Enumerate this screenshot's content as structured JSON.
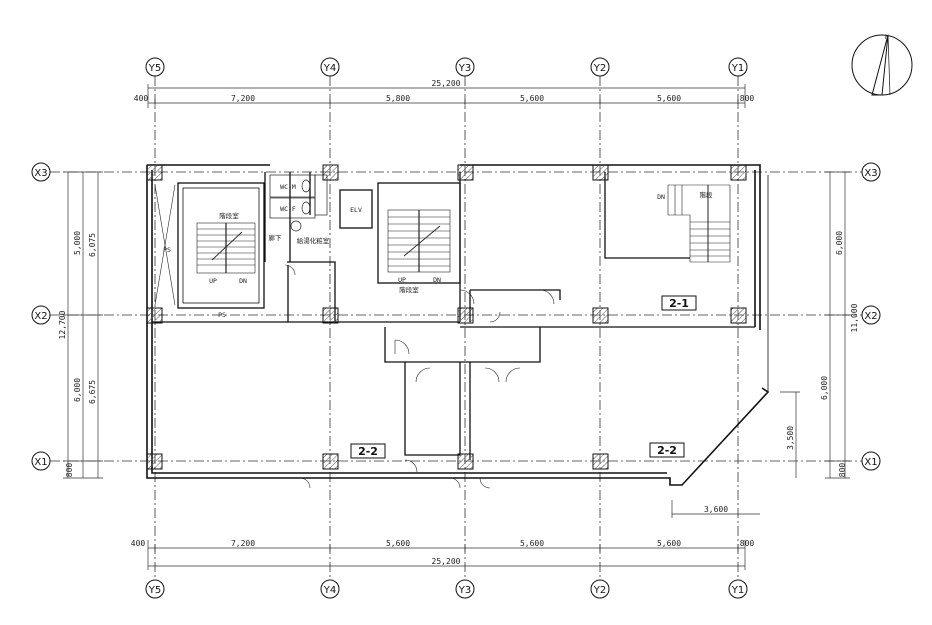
{
  "axes": {
    "y_labels": [
      "Y5",
      "Y4",
      "Y3",
      "Y2",
      "Y1"
    ],
    "x_labels": [
      "X3",
      "X2",
      "X1"
    ]
  },
  "dimensions": {
    "top_total": "25,200",
    "top_spans": [
      "400",
      "7,200",
      "5,800",
      "5,600",
      "5,600",
      "800"
    ],
    "bottom_total": "25,200",
    "bottom_spans": [
      "400",
      "7,200",
      "5,600",
      "5,600",
      "5,600",
      "800"
    ],
    "left_outer": "12,700",
    "left_inner_upper": "5,000",
    "left_upper_detail": "6,075",
    "left_inner_lower": "6,000",
    "left_lower_detail": "6,675",
    "left_bottom": "800",
    "right_outer": "11,000",
    "right_upper": "6,000",
    "right_lower": "6,000",
    "right_bottom": "800",
    "right_corner": "3,500",
    "bottom_corner": "3,600"
  },
  "rooms": {
    "unit_2_1": "2-1",
    "unit_2_2_left": "2-2",
    "unit_2_2_right": "2-2",
    "stair_left": "階段室",
    "stair_center": "階段室",
    "stair_right": "階段",
    "corridor": "廊下",
    "elv": "ELV",
    "ps": "PS",
    "ps_bottom": "PS",
    "wc_m": "WC-M",
    "wc_f": "WC-F",
    "kitchen": "給湯化粧室",
    "up": "UP",
    "dn": "DN"
  },
  "north": "N"
}
